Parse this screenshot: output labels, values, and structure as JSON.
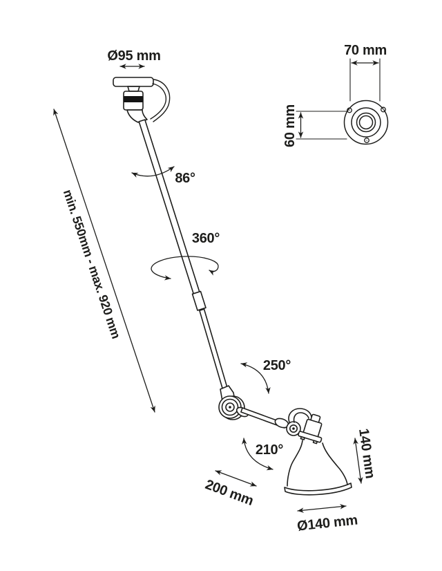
{
  "figure": {
    "name": "articulated ceiling lamp technical drawing",
    "background": "#ffffff",
    "line_color": "#1d1d1b",
    "text_color": "#1d1d1b"
  },
  "dimensions": {
    "canopy_diameter": "Ø95 mm",
    "flange_width": "70 mm",
    "flange_height": "60 mm",
    "tilt_angle": "86°",
    "rotation_angle": "360°",
    "length_range": "min. 550mm - max. 920 mm",
    "elbow_angle": "250°",
    "head_angle": "210°",
    "forearm_length": "200 mm",
    "shade_height": "140 mm",
    "shade_diameter": "Ø140 mm"
  }
}
